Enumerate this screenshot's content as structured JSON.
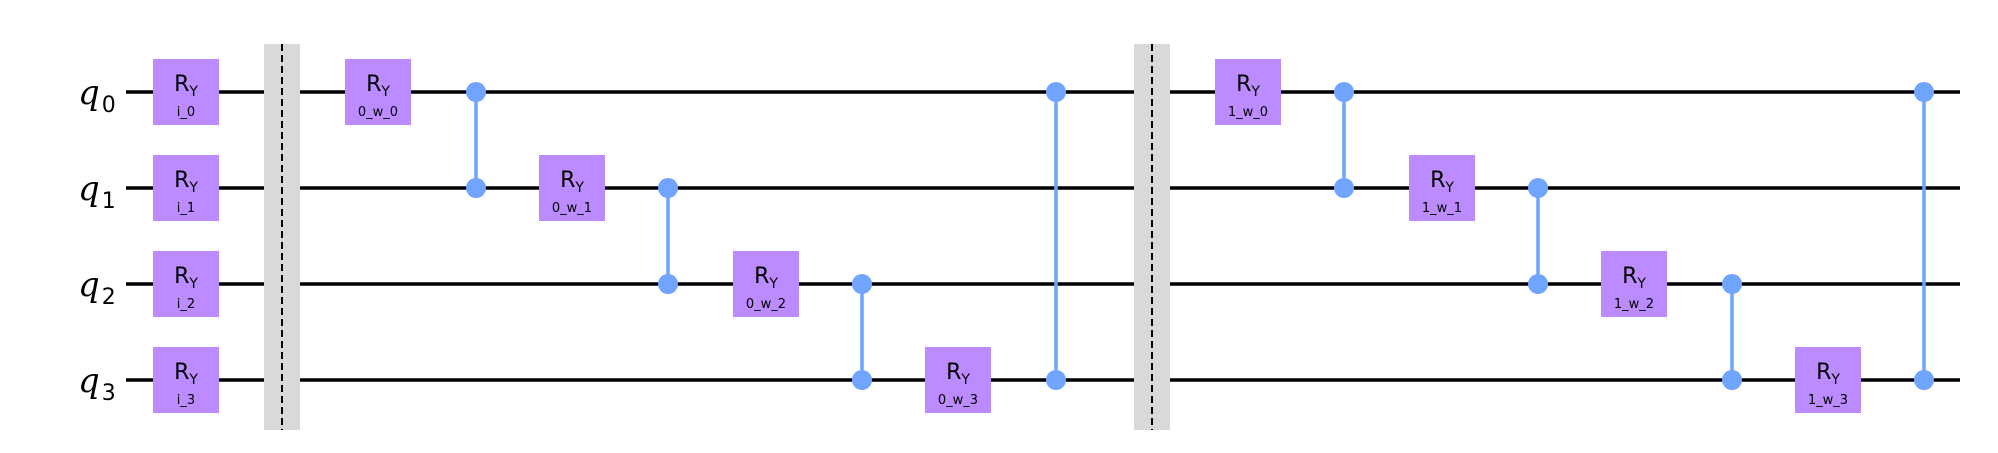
{
  "colors": {
    "wire": "#000000",
    "gate_fill": "#bb8bff",
    "control": "#6fa4ff",
    "barrier_fill": "#d9d9d9",
    "barrier_line": "#000000"
  },
  "qubits": [
    {
      "label": "q",
      "index": "0"
    },
    {
      "label": "q",
      "index": "1"
    },
    {
      "label": "q",
      "index": "2"
    },
    {
      "label": "q",
      "index": "3"
    }
  ],
  "gates": [
    {
      "type": "RY",
      "qubit": 0,
      "step": 0,
      "name": "R",
      "sub": "Y",
      "param": "i_0"
    },
    {
      "type": "RY",
      "qubit": 1,
      "step": 0,
      "name": "R",
      "sub": "Y",
      "param": "i_1"
    },
    {
      "type": "RY",
      "qubit": 2,
      "step": 0,
      "name": "R",
      "sub": "Y",
      "param": "i_2"
    },
    {
      "type": "RY",
      "qubit": 3,
      "step": 0,
      "name": "R",
      "sub": "Y",
      "param": "i_3"
    },
    {
      "type": "barrier",
      "step": 1
    },
    {
      "type": "RY",
      "qubit": 0,
      "step": 2,
      "name": "R",
      "sub": "Y",
      "param": "0_w_0"
    },
    {
      "type": "CZ",
      "qubits": [
        0,
        1
      ],
      "step": 3
    },
    {
      "type": "RY",
      "qubit": 1,
      "step": 4,
      "name": "R",
      "sub": "Y",
      "param": "0_w_1"
    },
    {
      "type": "CZ",
      "qubits": [
        1,
        2
      ],
      "step": 5
    },
    {
      "type": "RY",
      "qubit": 2,
      "step": 6,
      "name": "R",
      "sub": "Y",
      "param": "0_w_2"
    },
    {
      "type": "CZ",
      "qubits": [
        2,
        3
      ],
      "step": 7
    },
    {
      "type": "RY",
      "qubit": 3,
      "step": 8,
      "name": "R",
      "sub": "Y",
      "param": "0_w_3"
    },
    {
      "type": "CZ",
      "qubits": [
        0,
        3
      ],
      "step": 9
    },
    {
      "type": "barrier",
      "step": 10
    },
    {
      "type": "RY",
      "qubit": 0,
      "step": 11,
      "name": "R",
      "sub": "Y",
      "param": "1_w_0"
    },
    {
      "type": "CZ",
      "qubits": [
        0,
        1
      ],
      "step": 12
    },
    {
      "type": "RY",
      "qubit": 1,
      "step": 13,
      "name": "R",
      "sub": "Y",
      "param": "1_w_1"
    },
    {
      "type": "CZ",
      "qubits": [
        1,
        2
      ],
      "step": 14
    },
    {
      "type": "RY",
      "qubit": 2,
      "step": 15,
      "name": "R",
      "sub": "Y",
      "param": "1_w_2"
    },
    {
      "type": "CZ",
      "qubits": [
        2,
        3
      ],
      "step": 16
    },
    {
      "type": "RY",
      "qubit": 3,
      "step": 17,
      "name": "R",
      "sub": "Y",
      "param": "1_w_3"
    },
    {
      "type": "CZ",
      "qubits": [
        0,
        3
      ],
      "step": 18
    }
  ]
}
